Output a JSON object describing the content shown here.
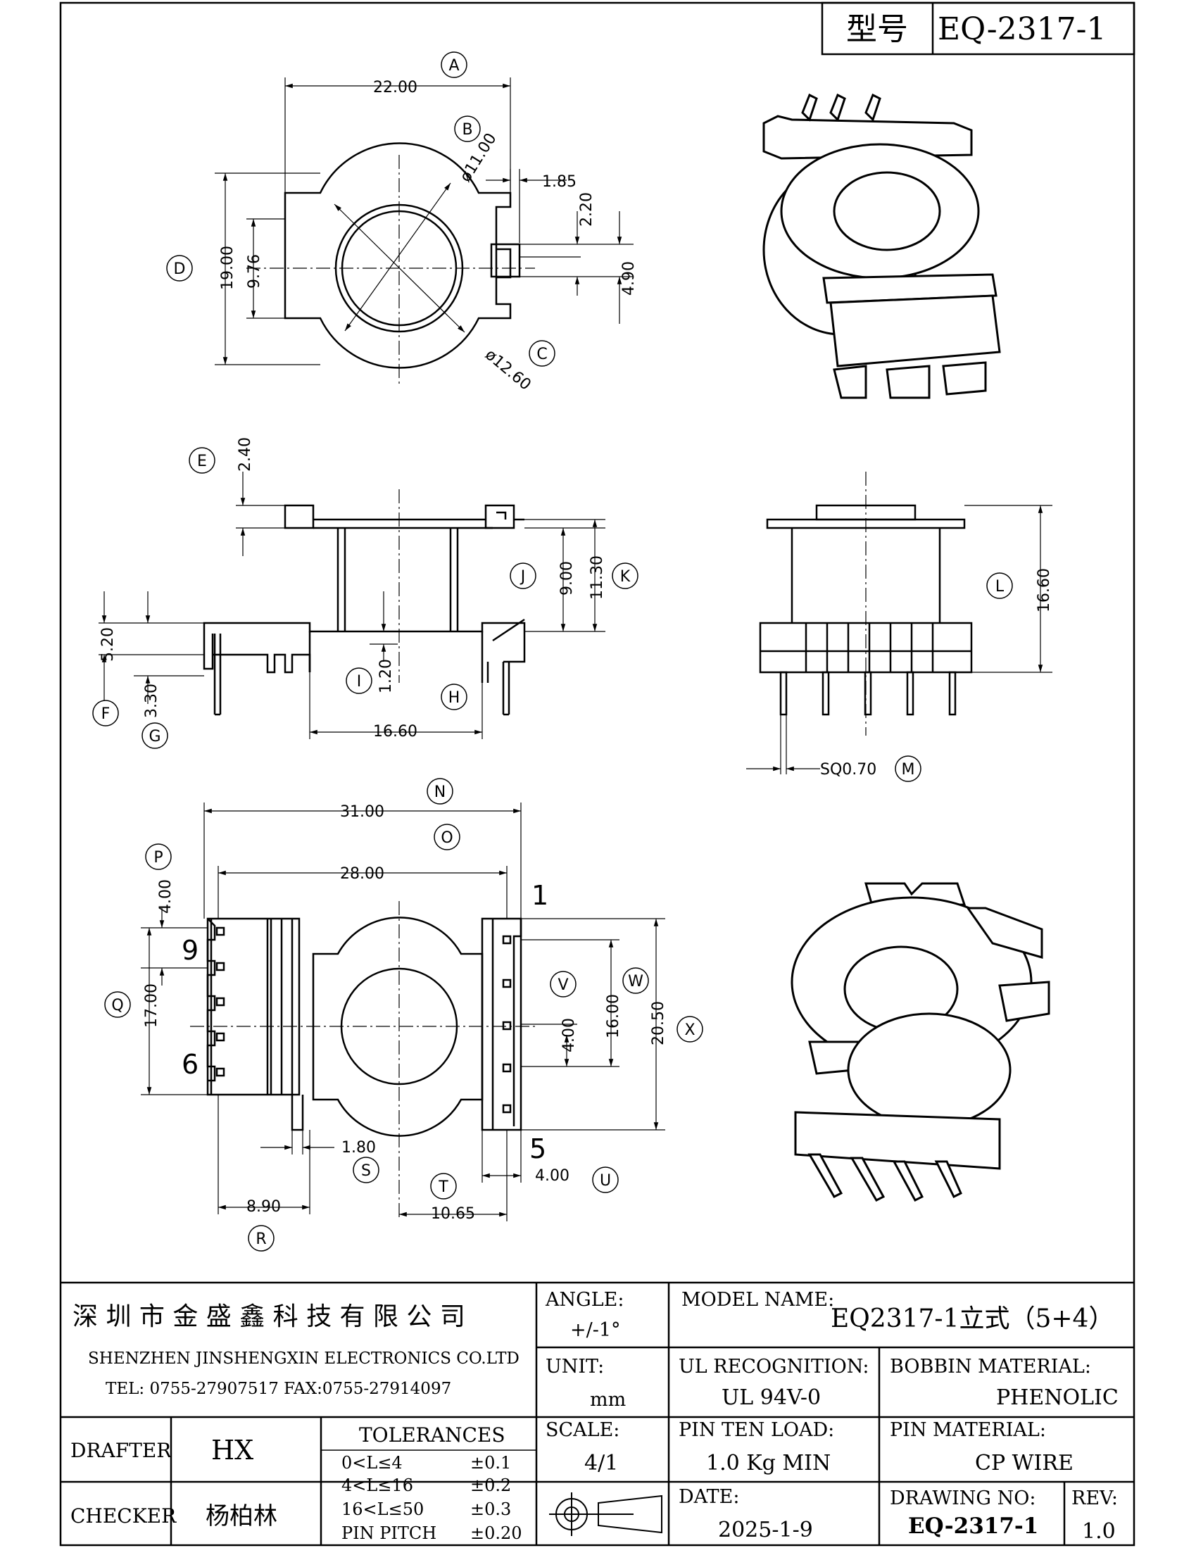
{
  "model_box": {
    "label": "型号",
    "value": "EQ-2317-1"
  },
  "callouts": {
    "A": "A",
    "B": "B",
    "C": "C",
    "D": "D",
    "E": "E",
    "F": "F",
    "G": "G",
    "H": "H",
    "I": "I",
    "J": "J",
    "K": "K",
    "L": "L",
    "M": "M",
    "N": "N",
    "O": "O",
    "P": "P",
    "Q": "Q",
    "R": "R",
    "S": "S",
    "T": "T",
    "U": "U",
    "V": "V",
    "W": "W",
    "X": "X"
  },
  "dims": {
    "d22": "22.00",
    "d11": "ø11.00",
    "d185": "1.85",
    "d220": "2.20",
    "d19": "19.00",
    "d976": "9.76",
    "d490": "4.90",
    "d1260": "ø12.60",
    "d240": "2.40",
    "d900": "9.00",
    "d1130": "11.30",
    "d520": "5.20",
    "d120": "1.20",
    "d330": "3.30",
    "d1660a": "16.60",
    "d1660b": "16.60",
    "sq": "SQ0.70",
    "d31": "31.00",
    "d28": "28.00",
    "d400a": "4.00",
    "d17": "17.00",
    "d400b": "4.00",
    "d1600": "16.00",
    "d2050": "20.50",
    "d180": "1.80",
    "d400c": "4.00",
    "d890": "8.90",
    "d1065": "10.65"
  },
  "pins": {
    "p1": "1",
    "p9": "9",
    "p6": "6",
    "p5": "5"
  },
  "title_block": {
    "company_cn": "深 圳 市 金 盛 鑫 科 技 有 限 公 司",
    "company_en": "SHENZHEN JINSHENGXIN ELECTRONICS CO.LTD",
    "contact": "TEL: 0755-27907517   FAX:0755-27914097",
    "angle_label": "ANGLE:",
    "angle_value": "+/-1°",
    "unit_label": "UNIT:",
    "unit_value": "mm",
    "scale_label": "SCALE:",
    "scale_value": "4/1",
    "model_label": "MODEL NAME:",
    "model_value": "EQ2317-1立式（5+4）",
    "ul_label": "UL RECOGNITION:",
    "ul_value": "UL 94V-0",
    "bobbin_label": "BOBBIN MATERIAL:",
    "bobbin_value": "PHENOLIC",
    "pin_load_label": "PIN TEN LOAD:",
    "pin_load_value": "1.0 Kg MIN",
    "pin_mat_label": "PIN MATERIAL:",
    "pin_mat_value": "CP WIRE",
    "date_label": "DATE:",
    "date_value": "2025-1-9",
    "drawing_no_label": "DRAWING NO:",
    "drawing_no_value": "EQ-2317-1",
    "rev_label": "REV:",
    "rev_value": "1.0",
    "drafter_label": "DRAFTER",
    "drafter_value": "HX",
    "checker_label": "CHECKER",
    "checker_value": "杨柏林",
    "tol_title": "TOLERANCES",
    "tol_rows": [
      {
        "range": "0<L≤4",
        "tol": "±0.1"
      },
      {
        "range": "4<L≤16",
        "tol": "±0.2"
      },
      {
        "range": "16<L≤50",
        "tol": "±0.3"
      },
      {
        "range": "PIN PITCH",
        "tol": "±0.20"
      }
    ]
  }
}
